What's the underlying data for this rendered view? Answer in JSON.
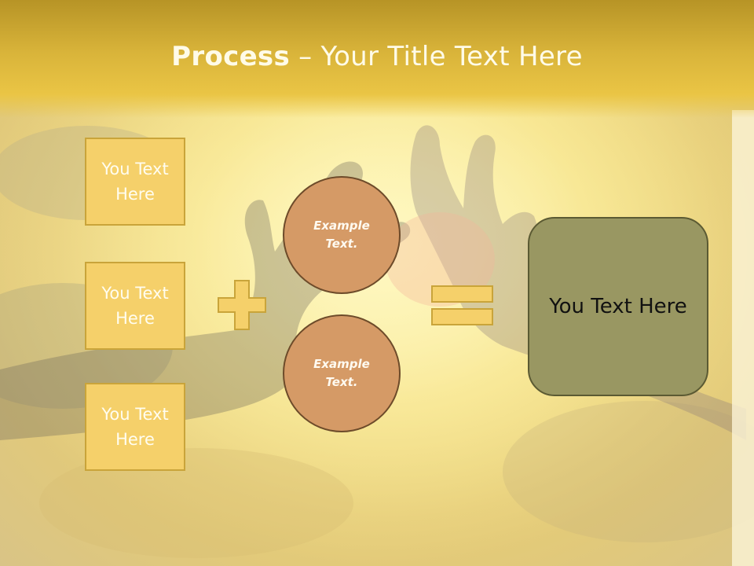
{
  "slide": {
    "title_bold": "Process",
    "title_rest": " – Your Title Text Here"
  },
  "inputs": [
    {
      "label": "You Text Here"
    },
    {
      "label": "You Text Here"
    },
    {
      "label": "You Text Here"
    }
  ],
  "examples": [
    {
      "label": "Example Text."
    },
    {
      "label": "Example Text."
    }
  ],
  "result": {
    "label": "You Text Here"
  },
  "operators": {
    "plus": "plus-sign",
    "equals": "equals-sign"
  },
  "colors": {
    "header": "#d9b43a",
    "box_fill": "#f5d06a",
    "circle_fill": "#d59a66",
    "result_fill": "#999762"
  }
}
